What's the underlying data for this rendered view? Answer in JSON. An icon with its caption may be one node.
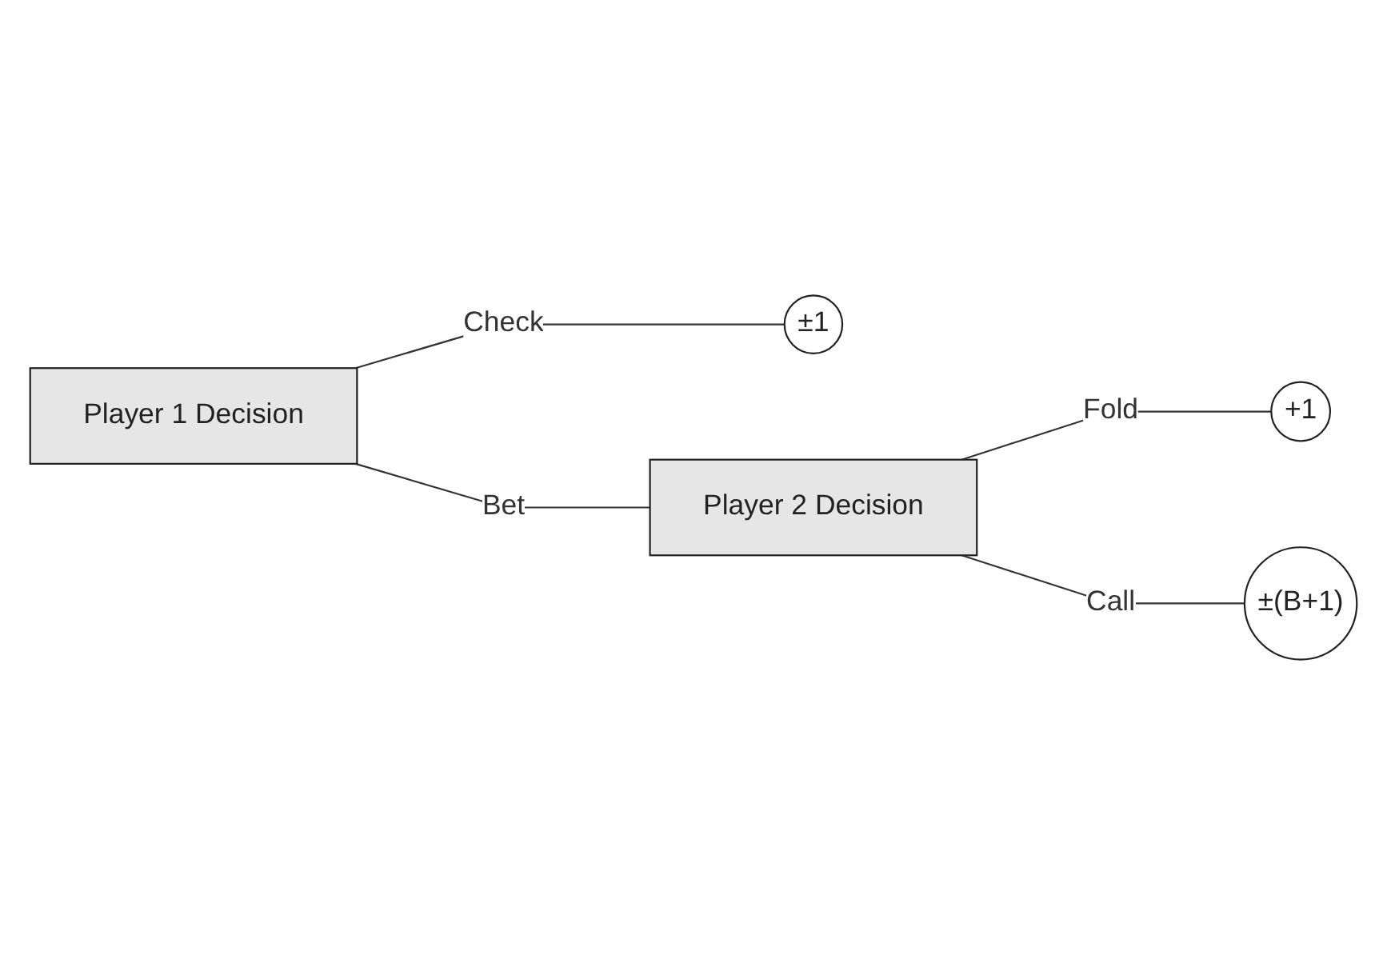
{
  "diagram": {
    "nodes": [
      {
        "text": [
          "Player 1 Decision"
        ]
      },
      {
        "text": [
          "±1"
        ]
      },
      {
        "text": [
          "Player 2 Decision"
        ]
      },
      {
        "text": [
          "+1"
        ]
      },
      {
        "text": [
          "±(B+1)"
        ]
      }
    ],
    "edges": [
      {
        "from": 0,
        "to": 1,
        "arrow": "none",
        "label": "Check"
      },
      {
        "from": 0,
        "to": 2,
        "arrow": "none",
        "label": "Bet"
      },
      {
        "from": 2,
        "to": 3,
        "arrow": "none",
        "label": "Fold"
      },
      {
        "from": 2,
        "to": 4,
        "arrow": "none",
        "label": "Call"
      }
    ]
  }
}
